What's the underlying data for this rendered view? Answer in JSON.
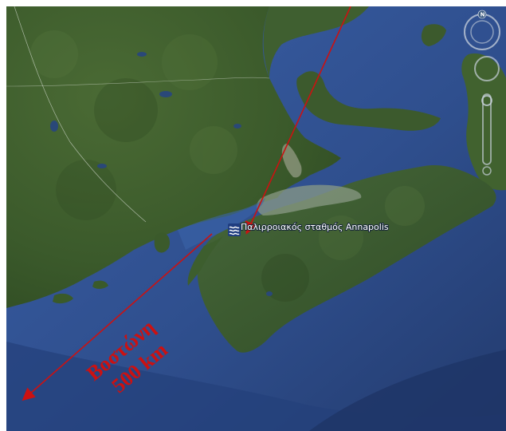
{
  "map": {
    "place_label": "Παλιρροιακός σταθμός Annapolis",
    "annotation_line1": "Βοστώνη",
    "annotation_line2": "500 km",
    "annotation_color": "#cc1111",
    "place_icon": "tidal-wave-icon",
    "compass_letter": "N",
    "colors": {
      "ocean": "#2f4f8e",
      "land": "#3d5a2c",
      "border": "#ffffff"
    }
  }
}
